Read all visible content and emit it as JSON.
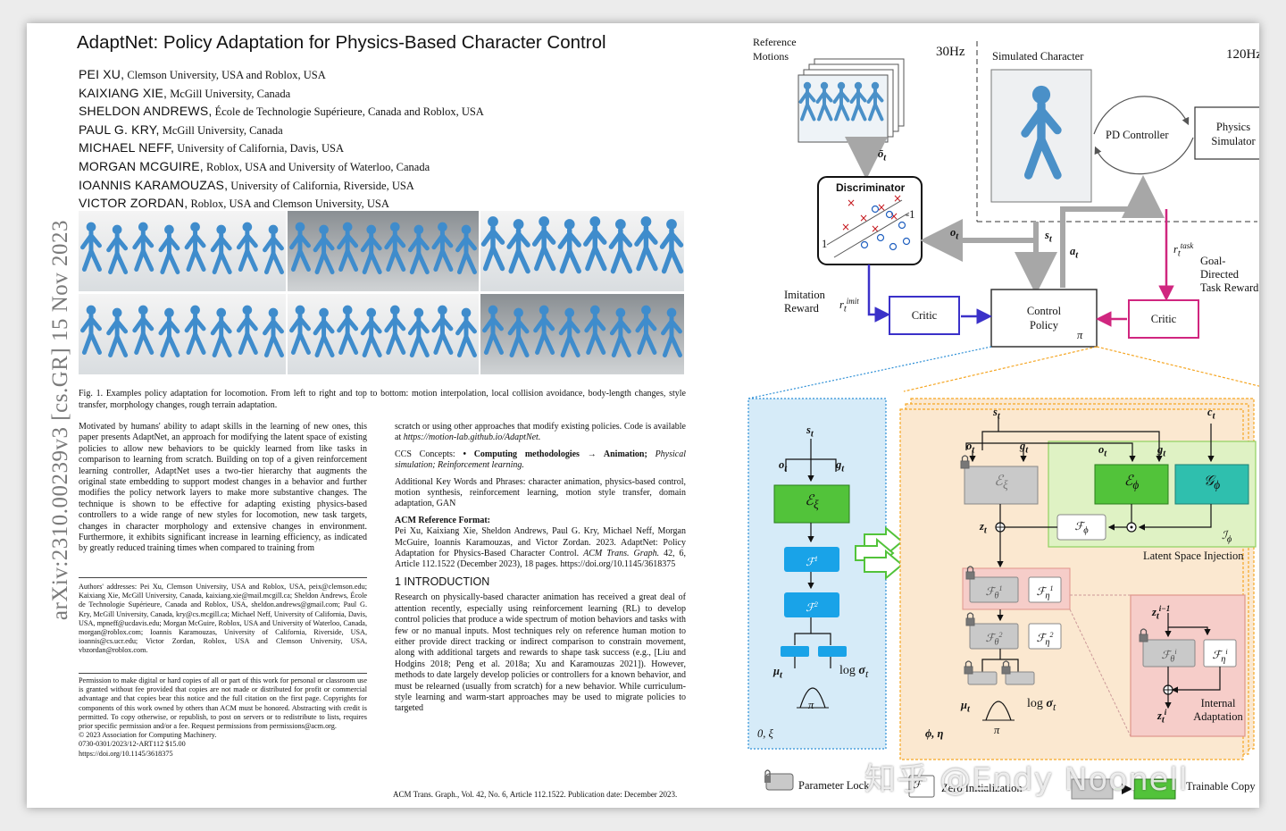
{
  "paper": {
    "arxiv_stamp": "arXiv:2310.00239v3  [cs.GR]  15 Nov 2023",
    "title": "AdaptNet: Policy Adaptation for Physics-Based Character Control",
    "authors": [
      {
        "name": "PEI XU,",
        "affil": "Clemson University, USA and Roblox, USA"
      },
      {
        "name": "KAIXIANG XIE,",
        "affil": "McGill University, Canada"
      },
      {
        "name": "SHELDON ANDREWS,",
        "affil": "École de Technologie Supérieure, Canada and Roblox, USA"
      },
      {
        "name": "PAUL G. KRY,",
        "affil": "McGill University, Canada"
      },
      {
        "name": "MICHAEL NEFF,",
        "affil": "University of California, Davis, USA"
      },
      {
        "name": "MORGAN MCGUIRE,",
        "affil": "Roblox, USA and University of Waterloo, Canada"
      },
      {
        "name": "IOANNIS KARAMOUZAS,",
        "affil": "University of California, Riverside, USA"
      },
      {
        "name": "VICTOR ZORDAN,",
        "affil": "Roblox, USA and Clemson University, USA"
      }
    ],
    "fig_caption": "Fig. 1.  Examples policy adaptation for locomotion. From left to right and top to bottom: motion interpolation, local collision avoidance, body-length changes, style transfer, morphology changes, rough terrain adaptation.",
    "abstract": "Motivated by humans' ability to adapt skills in the learning of new ones, this paper presents AdaptNet, an approach for modifying the latent space of existing policies to allow new behaviors to be quickly learned from like tasks in comparison to learning from scratch. Building on top of a given reinforcement learning controller, AdaptNet uses a two-tier hierarchy that augments the original state embedding to support modest changes in a behavior and further modifies the policy network layers to make more substantive changes. The technique is shown to be effective for adapting existing physics-based controllers to a wide range of new styles for locomotion, new task targets, changes in character morphology and extensive changes in environment. Furthermore, it exhibits significant increase in learning efficiency, as indicated by greatly reduced training times when compared to training from",
    "author_addresses": "Authors' addresses: Pei Xu, Clemson University, USA and Roblox, USA, peix@clemson.edu; Kaixiang Xie, McGill University, Canada, kaixiang.xie@mail.mcgill.ca; Sheldon Andrews, École de Technologie Supérieure, Canada and Roblox, USA, sheldon.andrews@gmail.com; Paul G. Kry, McGill University, Canada, kry@cs.mcgill.ca; Michael Neff, University of California, Davis, USA, mpneff@ucdavis.edu; Morgan McGuire, Roblox, USA and University of Waterloo, Canada, morgan@roblox.com; Ioannis Karamouzas, University of California, Riverside, USA, ioannis@cs.ucr.edu; Victor Zordan, Roblox, USA and Clemson University, USA, vbzordan@roblox.com.",
    "permission": "Permission to make digital or hard copies of all or part of this work for personal or classroom use is granted without fee provided that copies are not made or distributed for profit or commercial advantage and that copies bear this notice and the full citation on the first page. Copyrights for components of this work owned by others than ACM must be honored. Abstracting with credit is permitted. To copy otherwise, or republish, to post on servers or to redistribute to lists, requires prior specific permission and/or a fee. Request permissions from permissions@acm.org.",
    "copyright": "© 2023 Association for Computing Machinery.",
    "issn": "0730-0301/2023/12-ART112 $15.00",
    "doi": "https://doi.org/10.1145/3618375",
    "col2_intro": "scratch or using other approaches that modify existing policies. Code is available at",
    "code_url": "https://motion-lab.github.io/AdaptNet.",
    "ccs_label": "CCS Concepts:",
    "ccs_bold": "• Computing methodologies → Animation;",
    "ccs_rest": "Physical simulation; Reinforcement learning.",
    "keywords": "Additional Key Words and Phrases: character animation, physics-based control, motion synthesis, reinforcement learning, motion style transfer, domain adaptation, GAN",
    "ref_format_title": "ACM Reference Format:",
    "ref_format_pre": "Pei Xu, Kaixiang Xie, Sheldon Andrews, Paul G. Kry, Michael Neff, Morgan McGuire, Ioannis Karamouzas, and Victor Zordan. 2023. AdaptNet: Policy Adaptation for Physics-Based Character Control.",
    "ref_format_journal": "ACM Trans. Graph.",
    "ref_format_post": "42, 6, Article 112.1522 (December 2023), 18 pages. https://doi.org/10.1145/3618375",
    "section_heading": "1    INTRODUCTION",
    "intro": "Research on physically-based character animation has received a great deal of attention recently, especially using reinforcement learning (RL) to develop control policies that produce a wide spectrum of motion behaviors and tasks with few or no manual inputs. Most techniques rely on reference human motion to either provide direct tracking or indirect comparison to constrain movement, along with additional targets and rewards to shape task success (e.g., [Liu and Hodgins 2018; Peng et al. 2018a; Xu and Karamouzas 2021]). However, methods to date largely develop policies or controllers for a known behavior, and must be relearned (usually from scratch) for a new behavior. While curriculum-style learning and warm-start approaches may be used to migrate policies to targeted",
    "footer": "ACM Trans. Graph., Vol. 42, No. 6, Article 112.1522. Publication date: December 2023."
  },
  "diagram": {
    "reference_motions": "Reference\nMotions",
    "hz30": "30Hz",
    "hz120": "120Hz",
    "simulated_character": "Simulated Character",
    "pd_controller": "PD Controller",
    "physics_simulator": "Physics\nSimulator",
    "discriminator": "Discriminator",
    "disc_one": "1",
    "disc_neg_one": "-1",
    "imitation_reward": "Imitation\nReward",
    "critic": "Critic",
    "control_policy": "Control\nPolicy",
    "pi": "π",
    "goal_reward": "Goal-Directed\nTask Reward",
    "latent_injection": "Latent Space Injection",
    "internal_adaptation": "Internal\nAdaptation",
    "left_panel_tag": "0, ξ",
    "right_panel_tag": "ϕ, η",
    "legend": {
      "parameter_lock": "Parameter Lock",
      "zero_init": "Zero Initialization",
      "trainable_copy": "Trainable Copy"
    },
    "colors": {
      "imitation_arrow": "#3b31c9",
      "task_arrow": "#d0267f",
      "left_panel": "#d6ebf8",
      "right_panel": "#fbe8d0",
      "green_block": "#52c33a",
      "teal_block": "#2fbfae",
      "blue_block": "#19a3e8",
      "latent_bg": "#dff2c4",
      "adapt_bg": "#f6cdc9"
    }
  },
  "watermark": "知乎 @Endy Noonell"
}
